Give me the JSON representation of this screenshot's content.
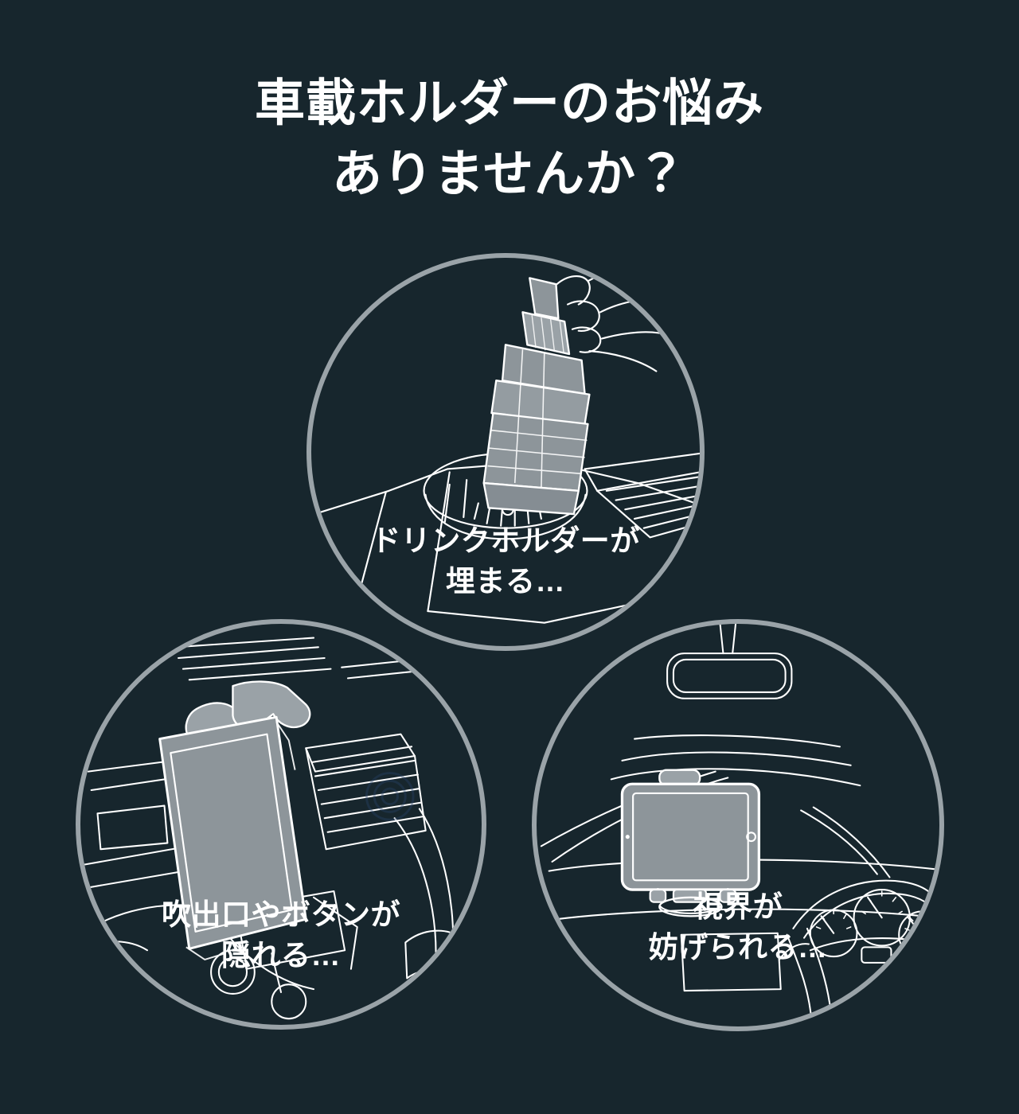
{
  "page": {
    "background_color": "#17262d",
    "text_color": "#ffffff",
    "circle_border_color": "#9aa3a8",
    "line_art_color": "#ffffff",
    "device_fill_color": "#8d959a"
  },
  "headline": {
    "line1": "車載ホルダーのお悩み",
    "line2": "ありませんか？"
  },
  "bubbles": [
    {
      "id": "cupholder",
      "illustration_name": "cup-holder-mount-illustration",
      "caption_line1": "ドリンクホルダーが",
      "caption_line2": "埋まる…"
    },
    {
      "id": "vent",
      "illustration_name": "dashboard-vent-mount-illustration",
      "caption_line1": "吹出口やボタンが",
      "caption_line2": "隠れる…"
    },
    {
      "id": "view",
      "illustration_name": "windshield-view-blocked-illustration",
      "caption_line1": "視界が",
      "caption_line2": "妨げられる…"
    }
  ]
}
